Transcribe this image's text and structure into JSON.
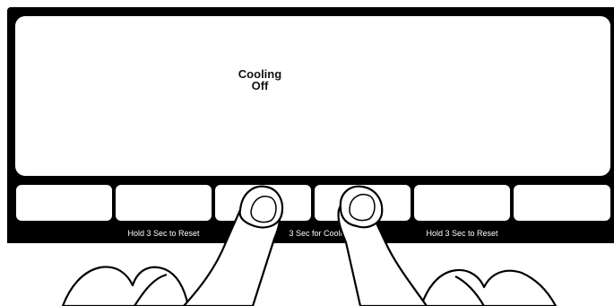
{
  "display": {
    "status_line1": "Cooling",
    "status_line2": "Off"
  },
  "hints": {
    "left": "Hold 3 Sec to Reset",
    "center": "3 Sec for Cooli",
    "right": "Hold 3 Sec to Reset"
  },
  "buttons": [
    "button-1",
    "button-2",
    "button-3",
    "button-4",
    "button-5",
    "button-6"
  ],
  "colors": {
    "panel": "#000000",
    "screen": "#ffffff",
    "hint_text": "#ffffff"
  },
  "icons": [
    "left-finger-icon",
    "right-finger-icon"
  ]
}
